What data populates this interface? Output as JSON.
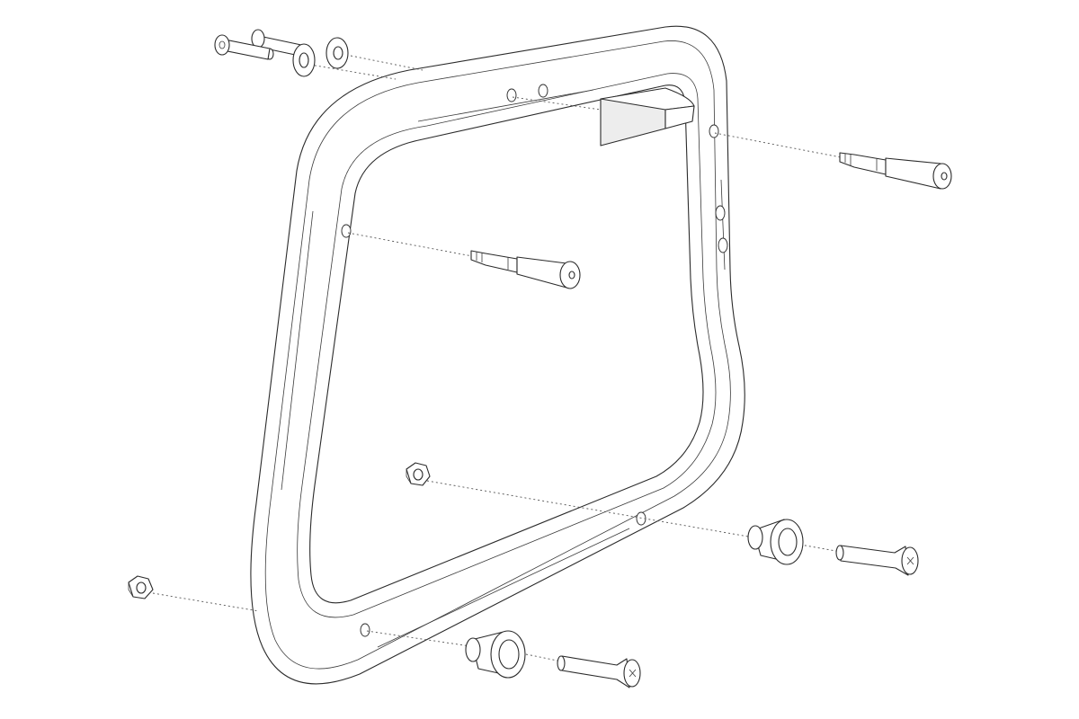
{
  "diagram": {
    "type": "exploded-assembly",
    "colors": {
      "line": "#2b2b2b",
      "background": "#ffffff",
      "shade": "#ededed"
    },
    "components": [
      {
        "name": "side-frame-rail"
      },
      {
        "name": "top-bracket-block"
      },
      {
        "name": "socket-cap-bolt-top-left"
      },
      {
        "name": "socket-cap-bolt-top-left-rear"
      },
      {
        "name": "washer-top-left"
      },
      {
        "name": "washer-top-left-outer"
      },
      {
        "name": "locating-pin-top-right"
      },
      {
        "name": "locating-pin-center"
      },
      {
        "name": "hex-nut-middle"
      },
      {
        "name": "hex-nut-lower-left"
      },
      {
        "name": "spacer-bushing-right"
      },
      {
        "name": "countersunk-screw-right"
      },
      {
        "name": "spacer-bushing-bottom"
      },
      {
        "name": "countersunk-screw-bottom"
      }
    ]
  }
}
